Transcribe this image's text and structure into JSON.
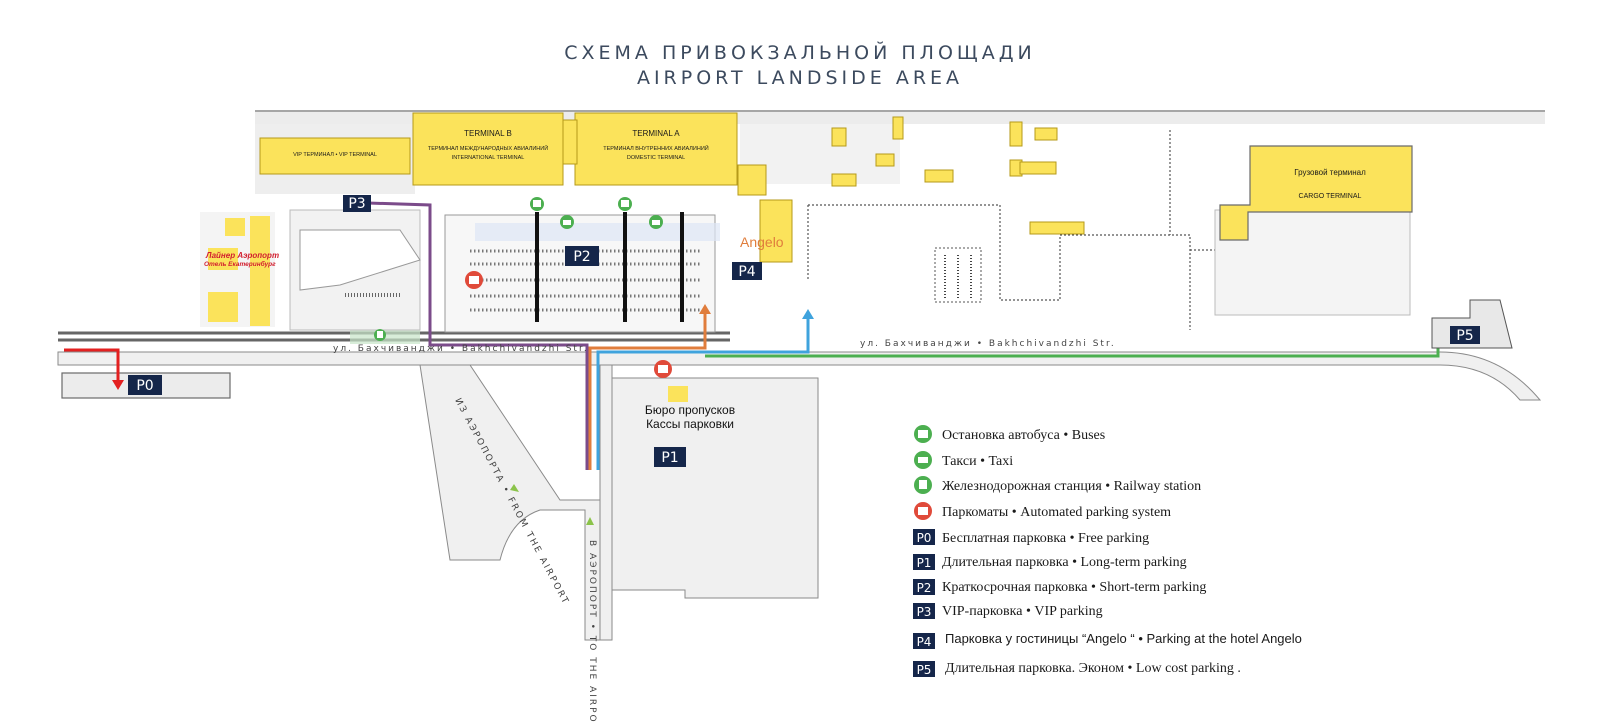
{
  "title": {
    "line1": "СХЕМА ПРИВОКЗАЛЬНОЙ ПЛОЩАДИ",
    "line2": "AIRPORT LANDSIDE AREA"
  },
  "terminals": {
    "b_name": "TERMINAL B",
    "b_ru": "ТЕРМИНАЛ МЕЖДУНАРОДНЫХ АВИАЛИНИЙ",
    "b_en": "INTERNATIONAL TERMINAL",
    "a_name": "TERMINAL A",
    "a_ru": "ТЕРМИНАЛ ВНУТРЕННИХ АВИАЛИНИЙ",
    "a_en": "DOMESTIC TERMINAL",
    "vip": "VIP ТЕРМИНАЛ • VIP TERMINAL",
    "cargo_ru": "Грузовой терминал",
    "cargo_en": "CARGO TERMINAL"
  },
  "hotels": {
    "angelo": "Angelo",
    "liner_line1": "Лайнер Аэропорт",
    "liner_line2": "Отель Екатеринбург"
  },
  "office": {
    "line1": "Бюро пропусков",
    "line2": "Кассы парковки"
  },
  "streets": {
    "main": "ул. Бахчиванджи • Bakhchivandzhi Str.",
    "to_airport": "В АЭРОПОРТ • TO THE AIRPORT",
    "from_airport": "ИЗ АЭРОПОРТА • FROM THE AIRPORT"
  },
  "parking_badges": [
    "P0",
    "P1",
    "P2",
    "P3",
    "P4",
    "P5"
  ],
  "legend": [
    {
      "icon": "bus-icon",
      "ru": "Остановка автобуса",
      "en": "Buses",
      "color": "#4caf50"
    },
    {
      "icon": "taxi-icon",
      "ru": "Такси",
      "en": "Taxi",
      "color": "#4caf50"
    },
    {
      "icon": "train-icon",
      "ru": "Железнодорожная станция",
      "en": "Railway station",
      "color": "#4caf50"
    },
    {
      "icon": "parking-machine-icon",
      "ru": "Паркоматы",
      "en": "Automated parking system",
      "color": "#e04a3a"
    },
    {
      "badge": "P0",
      "ru": "Бесплатная парковка",
      "en": "Free parking"
    },
    {
      "badge": "P1",
      "ru": "Длительная парковка",
      "en": "Long-term parking"
    },
    {
      "badge": "P2",
      "ru": "Краткосрочная парковка",
      "en": "Short-term parking"
    },
    {
      "badge": "P3",
      "ru": "VIP-парковка",
      "en": "VIP parking"
    },
    {
      "badge": "P4",
      "ru": "Парковка у гостиницы “Angelo “",
      "en": "Parking at the hotel Angelo"
    },
    {
      "badge": "P5",
      "ru": "Длительная парковка. Эконом",
      "en": "Low cost parking ."
    }
  ],
  "colors": {
    "terminal": "#fbe35b",
    "terminal_stroke": "#b59a1a",
    "badge": "#15264a",
    "route_purple": "#7b4b8a",
    "route_orange": "#e07d3c",
    "route_blue": "#3fa3dd",
    "route_green": "#4caf50",
    "arrow_red": "#e32020"
  }
}
